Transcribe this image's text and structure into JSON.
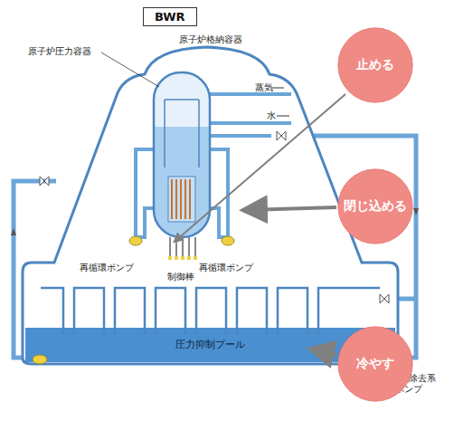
{
  "diagram": {
    "title": "BWR",
    "nodes": [
      {
        "text": [
          "止める"
        ]
      },
      {
        "text": [
          "閉じ込める"
        ]
      },
      {
        "text": [
          "冷やす"
        ]
      }
    ],
    "labels": [
      "原子炉格納容器",
      "原子炉圧力容器",
      "蒸気",
      "水",
      "再循環ポンプ",
      "再循環ポンプ",
      "制御棒",
      "圧力抑制プール",
      "残留熱除去系 ポンプ"
    ]
  }
}
